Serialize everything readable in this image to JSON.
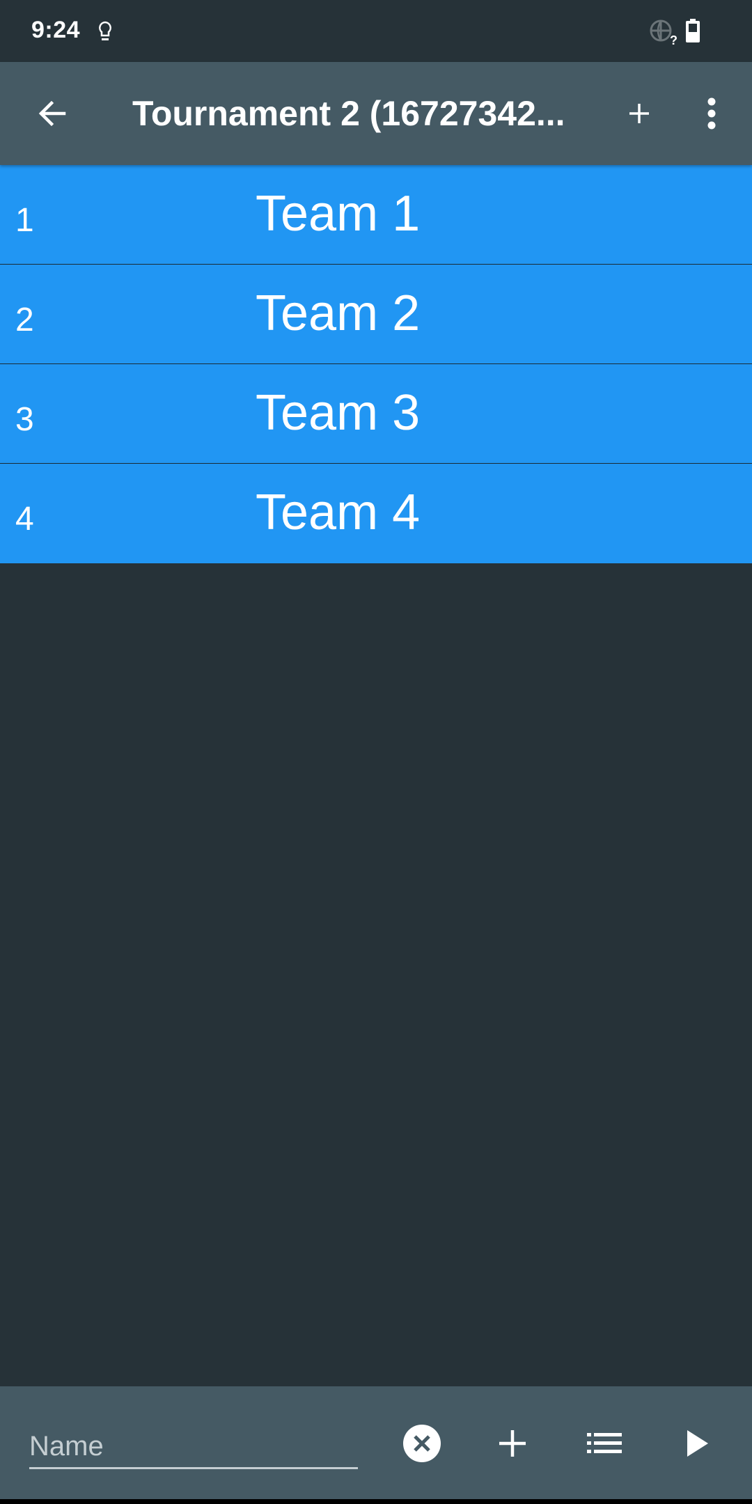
{
  "status_bar": {
    "time": "9:24",
    "icons": [
      "lightbulb-icon",
      "globe-question-icon",
      "battery-icon"
    ]
  },
  "app_bar": {
    "title": "Tournament 2 (16727342...",
    "back_icon": "arrow-left-icon",
    "add_icon": "plus-icon",
    "more_icon": "more-vert-icon"
  },
  "teams": [
    {
      "rank": "1",
      "name": "Team 1"
    },
    {
      "rank": "2",
      "name": "Team 2"
    },
    {
      "rank": "3",
      "name": "Team 3"
    },
    {
      "rank": "4",
      "name": "Team 4"
    }
  ],
  "bottom_bar": {
    "name_input": {
      "value": "",
      "placeholder": "Name"
    },
    "buttons": [
      "clear-icon",
      "plus-icon",
      "list-icon",
      "play-icon"
    ]
  },
  "colors": {
    "background": "#263238",
    "app_bar": "#455A64",
    "row": "#2196F3",
    "text": "#FFFFFF"
  }
}
